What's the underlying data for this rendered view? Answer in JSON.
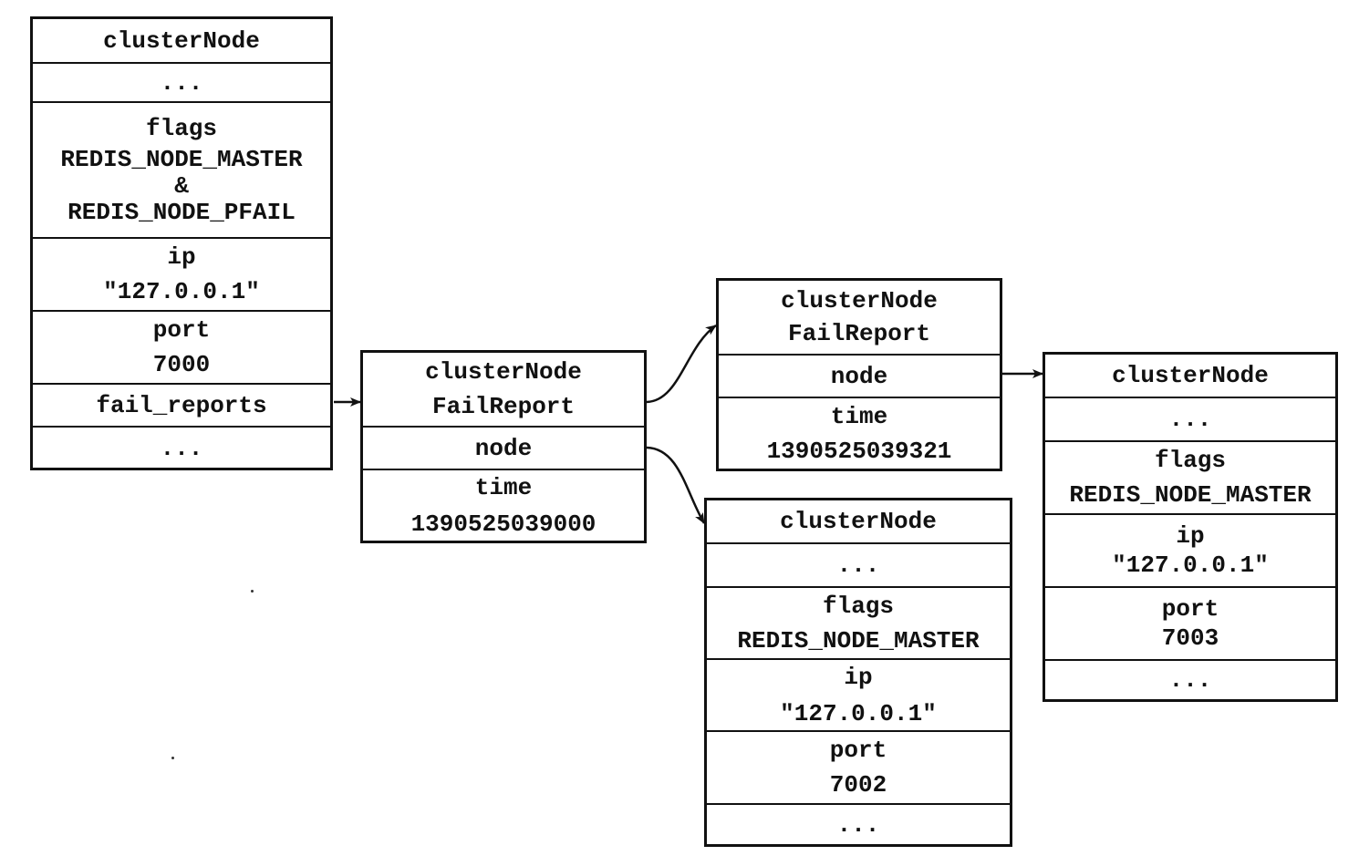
{
  "source_node": {
    "title": "clusterNode",
    "ellipsis_top": "...",
    "flags_label": "flags",
    "flags_value_1": "REDIS_NODE_MASTER",
    "flags_amp": "&",
    "flags_value_2": "REDIS_NODE_PFAIL",
    "ip_label": "ip",
    "ip_value": "\"127.0.0.1\"",
    "port_label": "port",
    "port_value": "7000",
    "fail_reports_label": "fail_reports",
    "ellipsis_bottom": "..."
  },
  "report_1": {
    "title_1": "clusterNode",
    "title_2": "FailReport",
    "node_label": "node",
    "time_label": "time",
    "time_value": "1390525039000"
  },
  "report_2": {
    "title_1": "clusterNode",
    "title_2": "FailReport",
    "node_label": "node",
    "time_label": "time",
    "time_value": "1390525039321"
  },
  "node_7002": {
    "title": "clusterNode",
    "ellipsis_top": "...",
    "flags_label": "flags",
    "flags_value": "REDIS_NODE_MASTER",
    "ip_label": "ip",
    "ip_value": "\"127.0.0.1\"",
    "port_label": "port",
    "port_value": "7002",
    "ellipsis_bottom": "..."
  },
  "node_7003": {
    "title": "clusterNode",
    "ellipsis_top": "...",
    "flags_label": "flags",
    "flags_value": "REDIS_NODE_MASTER",
    "ip_label": "ip",
    "ip_value": "\"127.0.0.1\"",
    "port_label": "port",
    "port_value": "7003",
    "ellipsis_bottom": "..."
  },
  "colors": {
    "stroke": "#111111",
    "background": "#ffffff"
  }
}
